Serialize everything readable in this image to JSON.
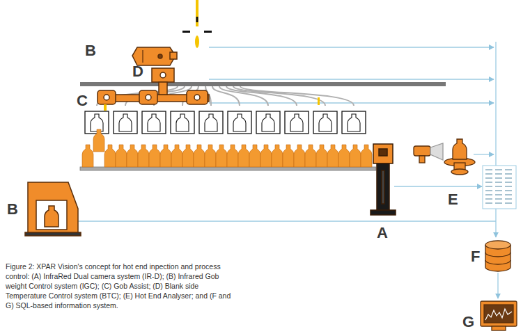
{
  "diagram": {
    "caption": "Figure 2: XPAR Vision's concept for hot end inpection and process control: (A) InfraRed Dual camera system (IR-D); (B) Infrared Gob weight Control system (IGC); (C) Gob Assist; (D) Blank side Temperature Control system (BTC); (E) Hot End Analyser; and (F and G) SQL-based information system.",
    "labels": [
      "B",
      "D",
      "C",
      "B",
      "A",
      "E",
      "F",
      "G"
    ]
  }
}
